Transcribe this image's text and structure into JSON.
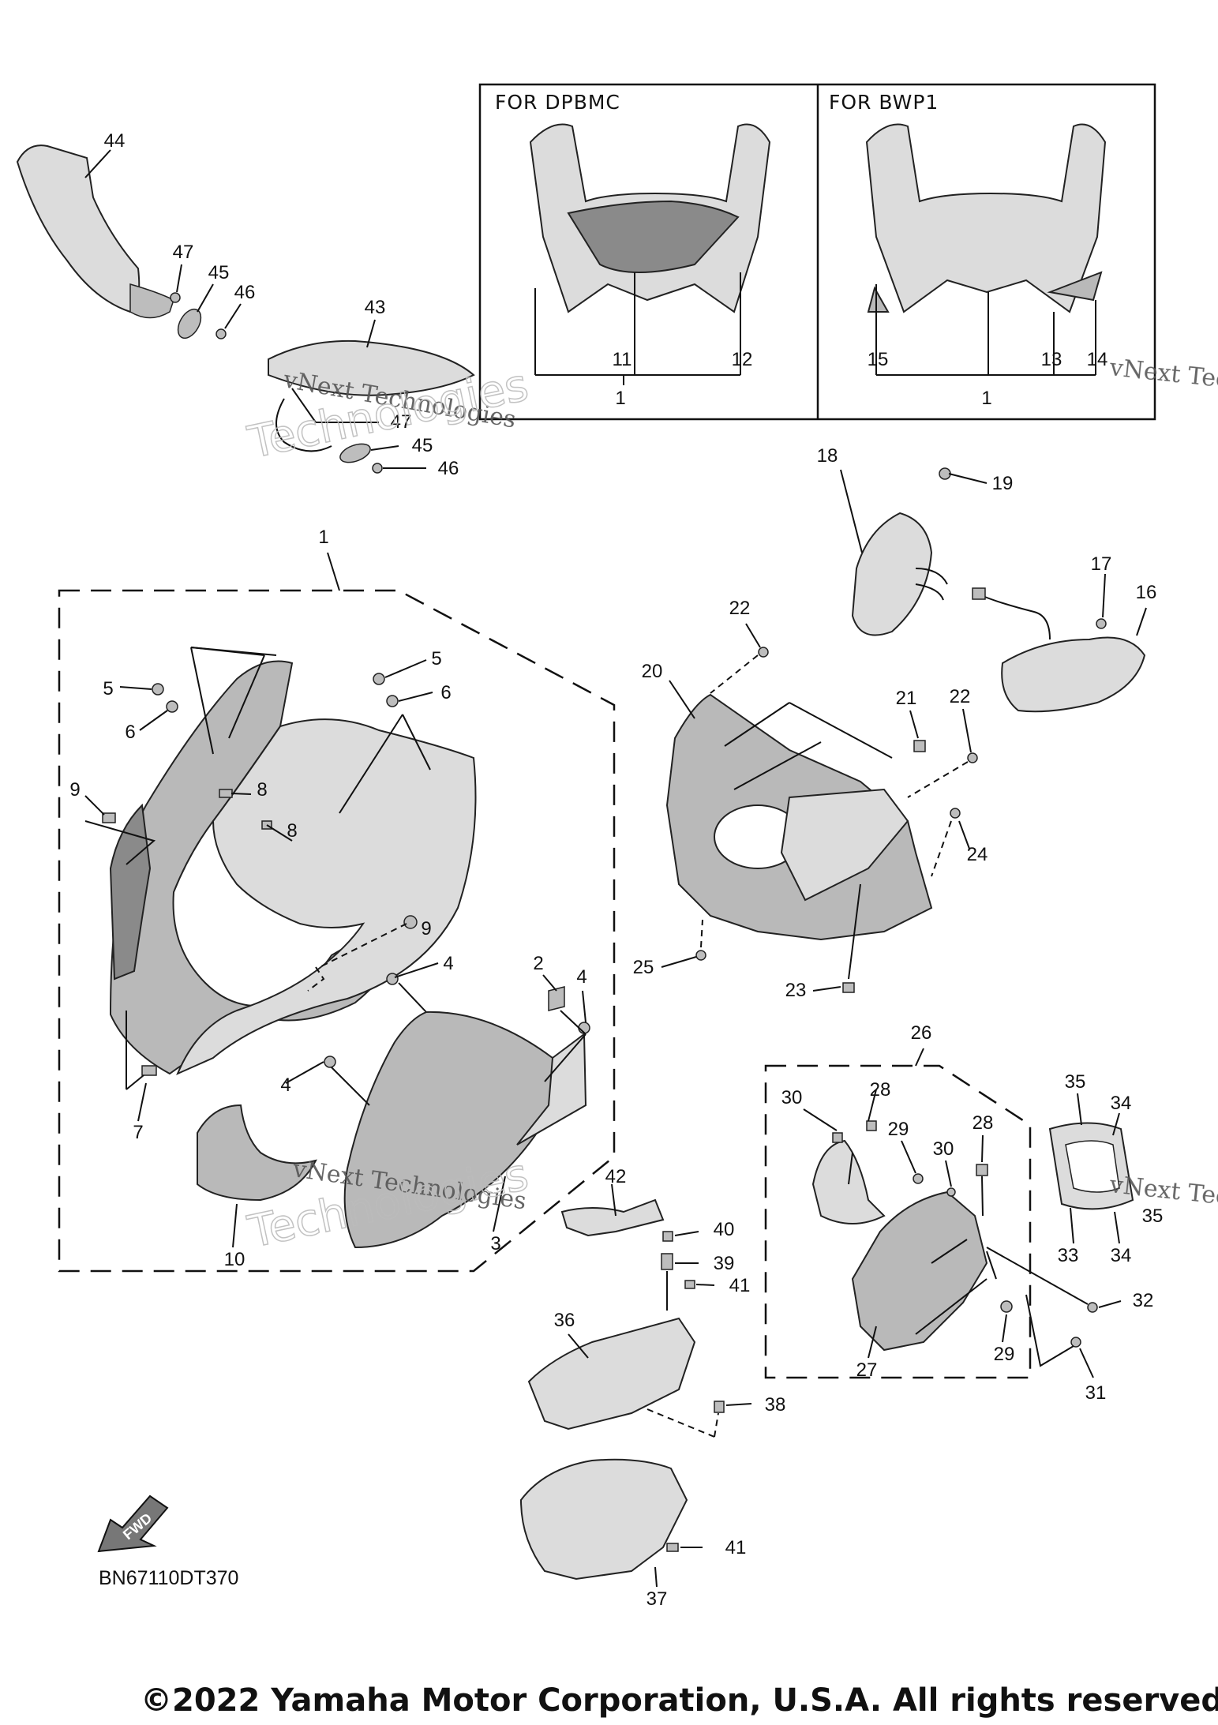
{
  "variants": [
    {
      "title": "FOR  DPBMC",
      "labels": [
        "11",
        "12",
        "1"
      ]
    },
    {
      "title": "FOR  BWP1",
      "labels": [
        "15",
        "13",
        "14",
        "1"
      ]
    }
  ],
  "callouts": {
    "c44": "44",
    "c47a": "47",
    "c45a": "45",
    "c46a": "46",
    "c43": "43",
    "c47b": "47",
    "c45b": "45",
    "c46b": "46",
    "c1": "1",
    "c5a": "5",
    "c6a": "6",
    "c5b": "5",
    "c6b": "6",
    "c9a": "9",
    "c8a": "8",
    "c8b": "8",
    "c9b": "9",
    "c4a": "4",
    "c2": "2",
    "c4b": "4",
    "c4c": "4",
    "c7": "7",
    "c10": "10",
    "c3": "3",
    "c18": "18",
    "c19": "19",
    "c17": "17",
    "c16": "16",
    "c22a": "22",
    "c20": "20",
    "c21": "21",
    "c22b": "22",
    "c24": "24",
    "c25": "25",
    "c23": "23",
    "c26": "26",
    "c30a": "30",
    "c28a": "28",
    "c29a": "29",
    "c30b": "30",
    "c28b": "28",
    "c35a": "35",
    "c34a": "34",
    "c35b": "35",
    "c33": "33",
    "c34b": "34",
    "c32": "32",
    "c27": "27",
    "c29b": "29",
    "c31": "31",
    "c42": "42",
    "c40": "40",
    "c39": "39",
    "c41a": "41",
    "c36": "36",
    "c38": "38",
    "c41b": "41",
    "c37": "37"
  },
  "watermarks": {
    "w1": "vNext Technologies",
    "w2": "vNext Technologies",
    "w3": "vNext Technologies",
    "w4": "vNext Technologies"
  },
  "big_watermark": "Technologies",
  "fwd_label": "FWD",
  "diagram_code": "BN67110DT370",
  "copyright": "©2022 Yamaha Motor Corporation, U.S.A. All rights reserved."
}
